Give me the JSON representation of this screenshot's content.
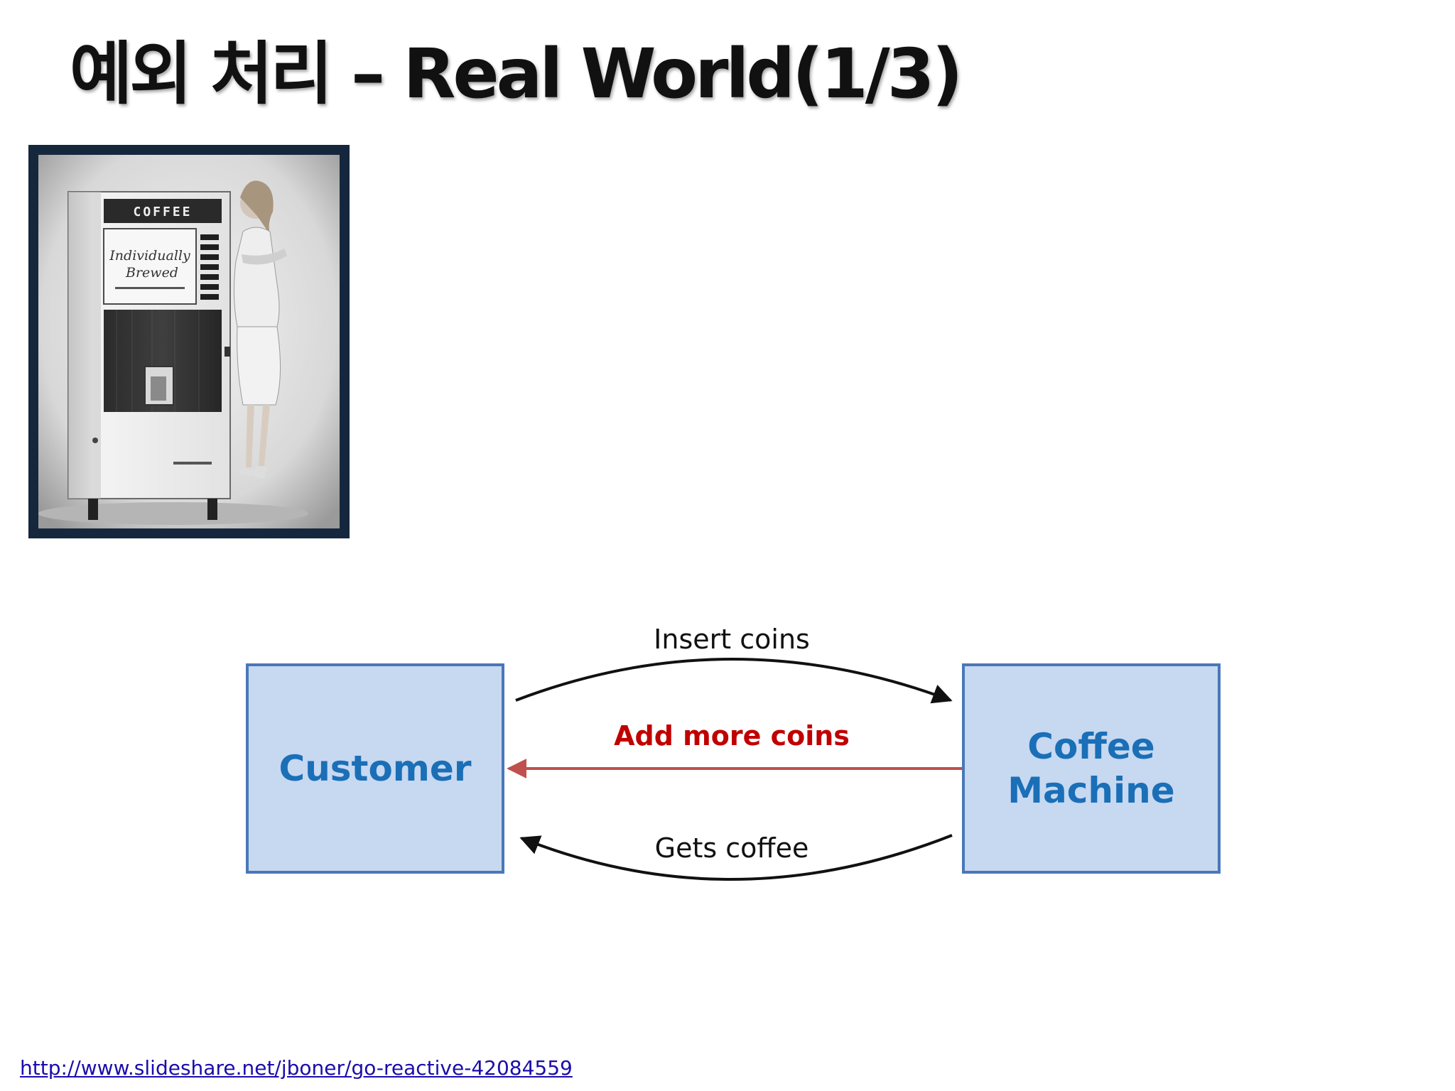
{
  "slide": {
    "title": "예외 처리 – Real World(1/3)"
  },
  "photo": {
    "sign": "COFFEE",
    "panel_line1": "Individually",
    "panel_line2": "Brewed"
  },
  "diagram": {
    "customer_label": "Customer",
    "machine_label": "Coffee\nMachine",
    "insert_label": "Insert coins",
    "more_label": "Add more coins",
    "gets_label": "Gets coffee"
  },
  "footer": {
    "source_url": "http://www.slideshare.net/jboner/go-reactive-42084559"
  },
  "colors": {
    "box_fill": "#c7d8f1",
    "box_border": "#4a78b8",
    "box_text": "#1a6fb7",
    "error_arrow": "#c0504d",
    "error_text": "#c00000"
  }
}
